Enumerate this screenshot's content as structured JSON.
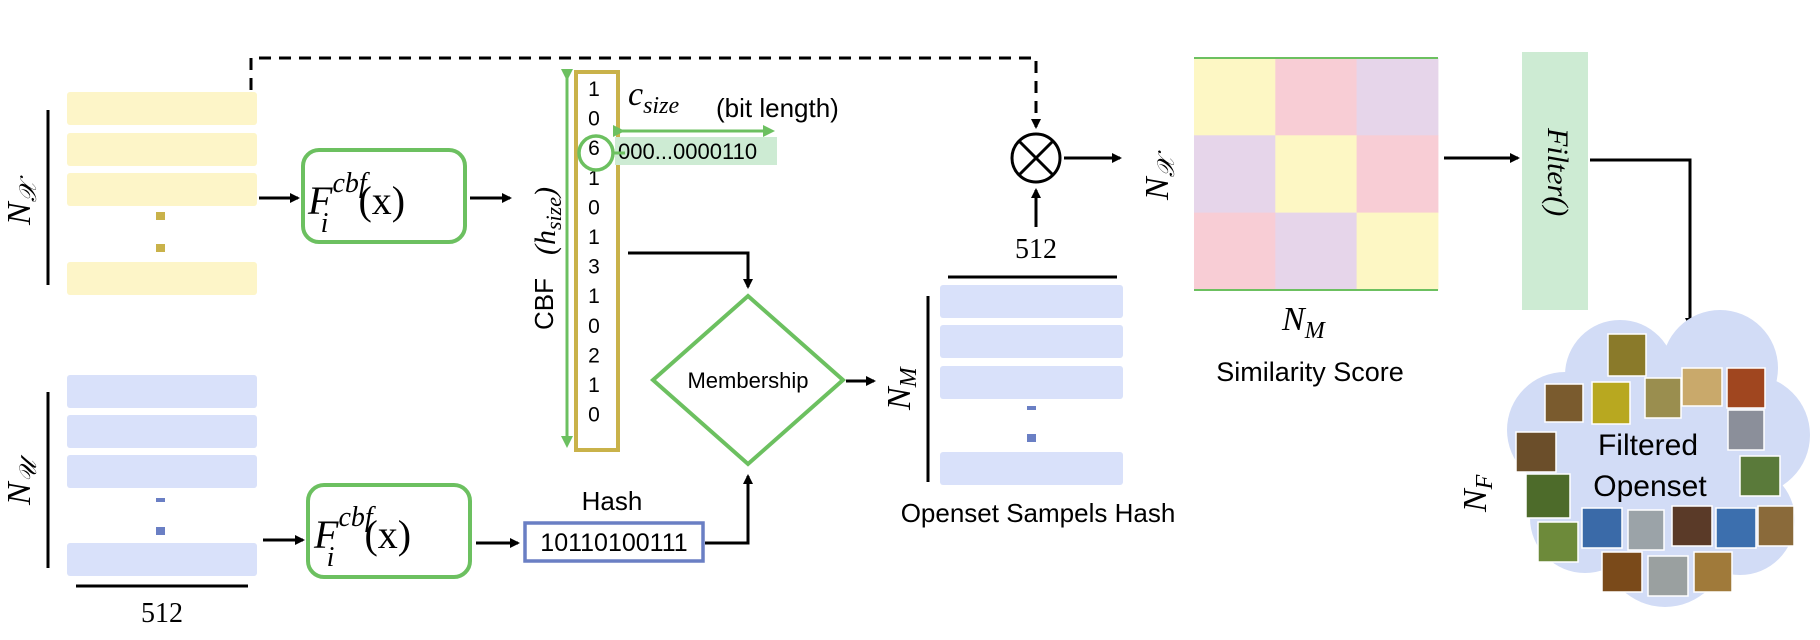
{
  "inputs": {
    "nx": "N",
    "nx_sub": "𝒳",
    "nu": "N",
    "nu_sub": "𝒰",
    "width_512": "512"
  },
  "cbf_function": {
    "base": "F",
    "sup": "cbf",
    "sub": "i",
    "arg": "(x)"
  },
  "cbf_array": {
    "label": "CBF",
    "hsize": "(h",
    "hsize_sub": "size",
    "hsize_close": ")",
    "values": [
      "1",
      "0",
      "6",
      "1",
      "0",
      "1",
      "3",
      "1",
      "0",
      "2",
      "1",
      "0"
    ],
    "csize": "c",
    "csize_sub": "size",
    "bit_length": "(bit length)",
    "binary": "000...0000110"
  },
  "hash": {
    "label": "Hash",
    "value": "10110100111"
  },
  "membership": {
    "label": "Membership"
  },
  "openset_hash": {
    "nm": "N",
    "nm_sub": "M",
    "width_512": "512",
    "caption": "Openset Sampels Hash"
  },
  "similarity": {
    "ny": "N",
    "ny_sub": "𝒳",
    "nm": "N",
    "nm_sub": "M",
    "caption": "Similarity Score",
    "grid": [
      [
        "#fdf7c4",
        "#f8cdd5",
        "#e6d5ea"
      ],
      [
        "#e6d5ea",
        "#fdf7c4",
        "#f8cdd5"
      ],
      [
        "#f8cdd5",
        "#e6d5ea",
        "#fdf7c4"
      ]
    ]
  },
  "filter": {
    "label": "Filter()"
  },
  "filtered": {
    "nf": "N",
    "nf_sub": "F",
    "line1": "Filtered",
    "line2": "Openset"
  },
  "colors": {
    "yellow_bar": "#fdf5c8",
    "blue_bar": "#d9e1fa",
    "green": "#6cc060",
    "gold": "#c9b24a",
    "hash_border": "#6a7fc4",
    "filter_fill": "#cdebd3",
    "cloud_fill": "#d2dcf6"
  }
}
